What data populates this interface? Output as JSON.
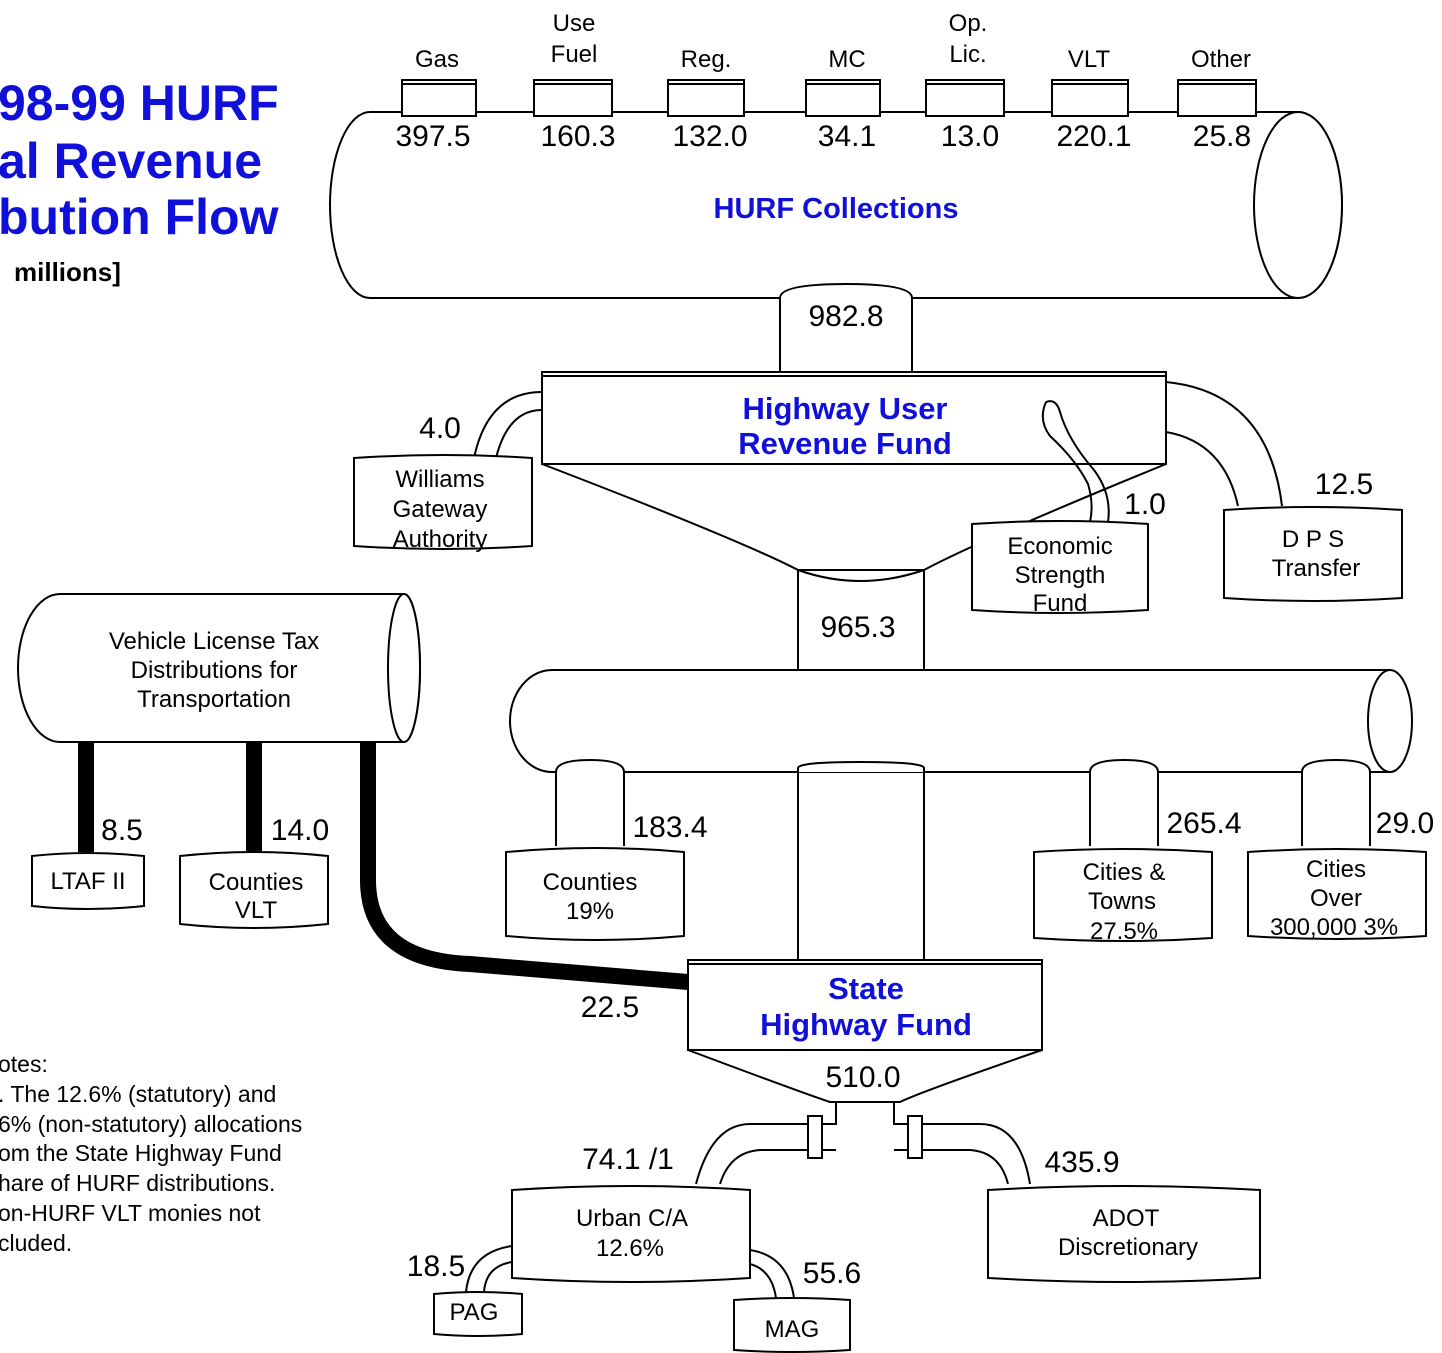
{
  "title": {
    "line1": "98-99 HURF",
    "line2": "al Revenue",
    "line3": "bution Flow",
    "units": "millions]"
  },
  "sources": [
    {
      "name_line1": "",
      "name_line2": "Gas",
      "value": "397.5"
    },
    {
      "name_line1": "Use",
      "name_line2": "Fuel",
      "value": "160.3"
    },
    {
      "name_line1": "",
      "name_line2": "Reg.",
      "value": "132.0"
    },
    {
      "name_line1": "",
      "name_line2": "MC",
      "value": "34.1"
    },
    {
      "name_line1": "Op.",
      "name_line2": "Lic.",
      "value": "13.0"
    },
    {
      "name_line1": "",
      "name_line2": "VLT",
      "value": "220.1"
    },
    {
      "name_line1": "",
      "name_line2": "Other",
      "value": "25.8"
    }
  ],
  "hurf_collections": {
    "label": "HURF  Collections",
    "total": "982.8"
  },
  "hurf_fund": {
    "line1": "Highway  User",
    "line2": "Revenue  Fund",
    "net": "965.3"
  },
  "williams": {
    "amount": "4.0",
    "line1": "Williams",
    "line2": "Gateway",
    "line3": "Authority"
  },
  "economic": {
    "amount": "1.0",
    "line1": "Economic",
    "line2": "Strength",
    "line3": "Fund"
  },
  "dps": {
    "amount": "12.5",
    "line1": "D P S",
    "line2": "Transfer"
  },
  "vlt": {
    "line1": "Vehicle License Tax",
    "line2": "Distributions for",
    "line3": "Transportation",
    "ltaf_amount": "8.5",
    "ltaf_label": "LTAF II",
    "counties_vlt_amount": "14.0",
    "counties_vlt_line1": "Counties",
    "counties_vlt_line2": "VLT",
    "state_amount": "22.5"
  },
  "counties": {
    "amount": "183.4",
    "line1": "Counties",
    "line2": "19%"
  },
  "cities": {
    "amount": "265.4",
    "line1": "Cities &",
    "line2": "Towns",
    "line3": "27.5%"
  },
  "cities_over": {
    "amount": "29.0",
    "line1": "Cities",
    "line2": "Over",
    "line3": "300,000 3%"
  },
  "state_highway_fund": {
    "line1": "State",
    "line2": "Highway  Fund",
    "total": "510.0"
  },
  "urban": {
    "amount": "74.1 /1",
    "line1": "Urban  C/A",
    "line2": "12.6%"
  },
  "adot": {
    "amount": "435.9",
    "line1": "ADOT",
    "line2": "Discretionary"
  },
  "pag": {
    "amount": "18.5",
    "label": "PAG"
  },
  "mag": {
    "amount": "55.6",
    "label": "MAG"
  },
  "notes": {
    "line1": "otes:",
    "line2": ". The 12.6% (statutory) and",
    "line3": "6% (non-statutory) allocations",
    "line4": "om the State Highway Fund",
    "line5": "hare of HURF distributions.",
    "line6": "on-HURF VLT monies not",
    "line7": "cluded."
  },
  "colors": {
    "accent": "#1010d8",
    "line": "#000000",
    "background": "#ffffff"
  }
}
